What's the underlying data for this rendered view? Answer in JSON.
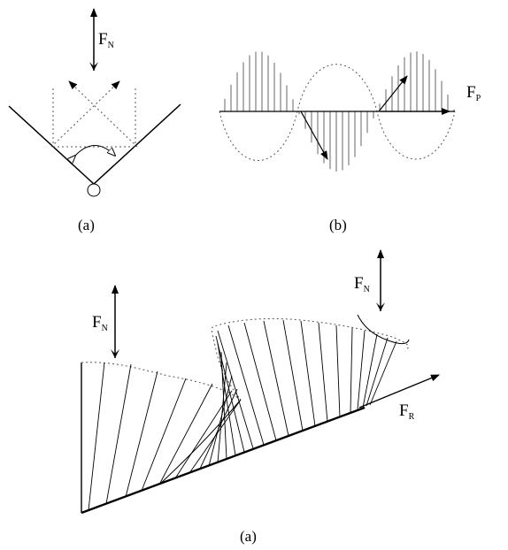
{
  "panels": [
    {
      "id": "top-left",
      "caption": "(a)",
      "force_label": {
        "main": "F",
        "sub": "N"
      }
    },
    {
      "id": "top-right",
      "caption": "(b)",
      "force_label": {
        "main": "F",
        "sub": "P"
      }
    },
    {
      "id": "bottom",
      "caption": "(a)",
      "force_labels": [
        {
          "main": "F",
          "sub": "N"
        },
        {
          "main": "F",
          "sub": "N"
        },
        {
          "main": "F",
          "sub": "R"
        }
      ]
    }
  ]
}
